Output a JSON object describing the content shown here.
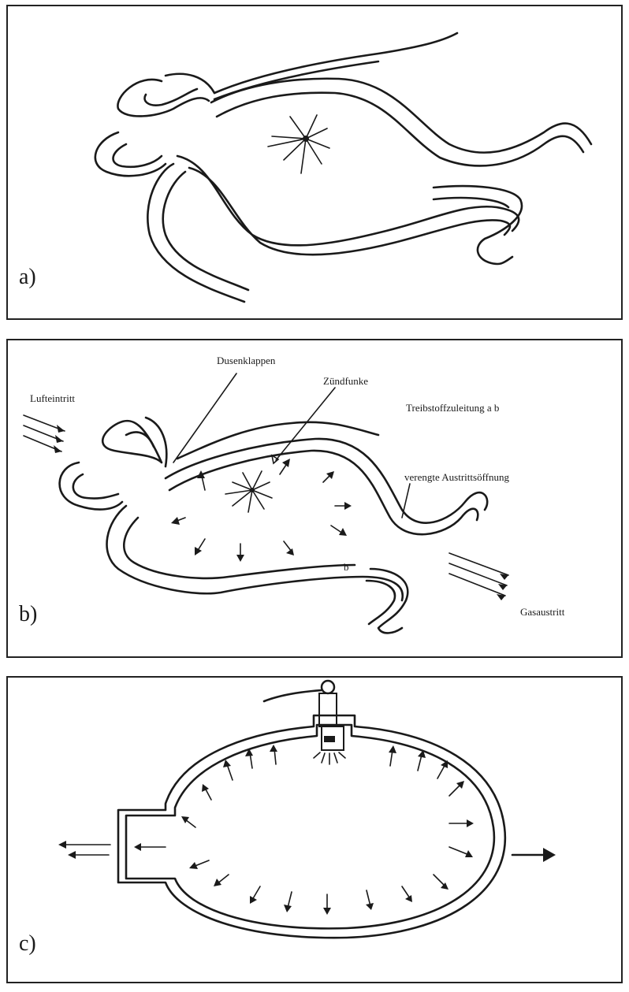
{
  "panels": [
    {
      "letter": "a)"
    },
    {
      "letter": "b)",
      "labels": {
        "air_intake": "Lufteintritt",
        "nozzle_flaps": "Dusenklappen",
        "spark": "Zündfunke",
        "fuel_line": "Treibstoffzuleitung a b",
        "narrow_exit": "verengte Austrittsöffnung",
        "gas_exit": "Gasaustritt",
        "b_marker": "b"
      }
    },
    {
      "letter": "c)"
    }
  ]
}
